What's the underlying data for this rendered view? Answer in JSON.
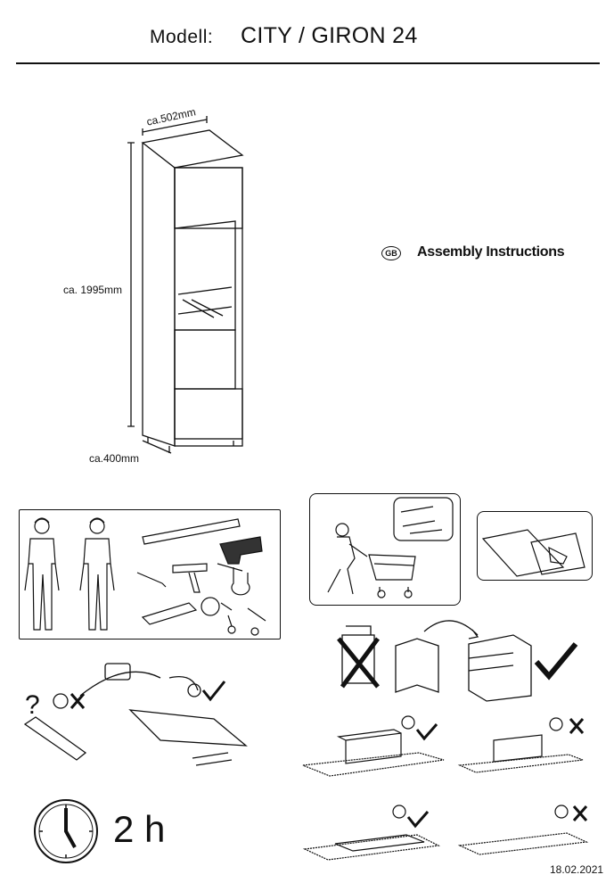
{
  "header": {
    "model_label": "Modell:",
    "model_name": "CITY / GIRON 24"
  },
  "dimensions": {
    "width": "ca.502mm",
    "height": "ca. 1995mm",
    "depth": "ca.400mm"
  },
  "language": {
    "badge": "GB",
    "title": "Assembly Instructions"
  },
  "assembly_time": "2 h",
  "date": "18.02.2021"
}
